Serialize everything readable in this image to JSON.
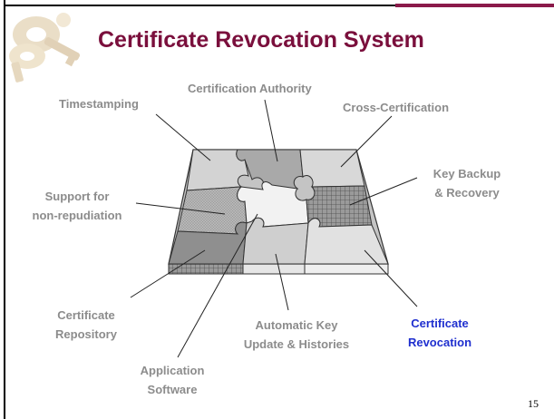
{
  "slide": {
    "title": "Certificate Revocation System",
    "page_number": "15",
    "accent_color": "#7a0f3c",
    "highlight_color": "#1f2fcf",
    "label_color": "#8c8c8c",
    "logo_icon": "keys-icon"
  },
  "labels": {
    "timestamping": "Timestamping",
    "cert_authority": "Certification Authority",
    "cross_cert": "Cross-Certification",
    "key_backup_l1": "Key Backup",
    "key_backup_l2": "& Recovery",
    "non_rep_l1": "Support for",
    "non_rep_l2": "non-repudiation",
    "repository_l1": "Certificate",
    "repository_l2": "Repository",
    "auto_key_l1": "Automatic Key",
    "auto_key_l2": "Update & Histories",
    "revocation_l1": "Certificate",
    "revocation_l2": "Revocation",
    "app_sw_l1": "Application",
    "app_sw_l2": "Software"
  }
}
